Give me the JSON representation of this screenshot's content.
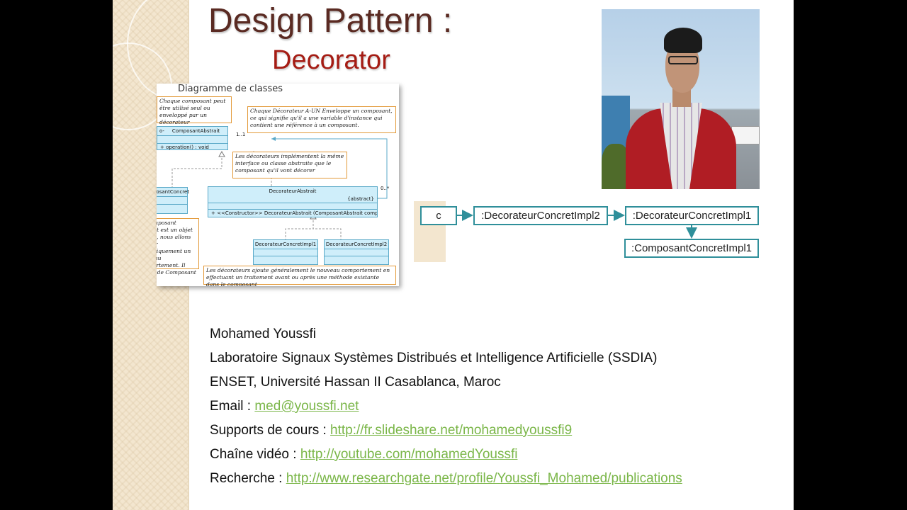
{
  "slide": {
    "title": "Design Pattern :",
    "subtitle": "Decorator"
  },
  "uml": {
    "header": "Diagramme de classes",
    "notes": {
      "composant": "Chaque composant peut être utilisé seul ou enveloppé par un décorateur",
      "decorateur_a_un": "Chaque Décorateur A-UN Enveloppe un composant, ce qui signifie qu'il a une variable d'instance qui contient une référence à un composant.",
      "interface": "Les décorateurs implémentent la même interface ou classe abstraite que le composant qu'il vont décorer",
      "concret": "Le composant concret est un objet auquel, nous allons ajouter dynamiquement un nouveau comportement. Il dérive de Composant",
      "comportement": "Les décorateurs ajoute généralement le nouveau comportement en effectuant un traitement avant ou après une méthode existante dans le composant"
    },
    "classes": {
      "composant_abstrait": {
        "name": "ComposantAbstrait",
        "marker": "o-",
        "op": "+   operation()   : void"
      },
      "composant_concret": {
        "name": "ComposantConcret"
      },
      "decorateur_abstrait": {
        "name": "DecorateurAbstrait",
        "stereo": "{abstract}",
        "op": "+   <<Constructor>>  DecorateurAbstrait (ComposantAbstrait composant)"
      },
      "impl1": {
        "name": "DecorateurConcretImpl1"
      },
      "impl2": {
        "name": "DecorateurConcretImpl2"
      }
    },
    "multiplicity": {
      "one": "1..1",
      "many": "0..*"
    }
  },
  "sequence": {
    "c": "c",
    "impl2": ":DecorateurConcretImpl2",
    "impl1": ":DecorateurConcretImpl1",
    "composant": ":ComposantConcretImpl1"
  },
  "info": {
    "name": "Mohamed Youssfi",
    "lab": "Laboratoire Signaux Systèmes Distribués et Intelligence Artificielle (SSDIA)",
    "school": "ENSET, Université Hassan II Casablanca, Maroc",
    "email_label": "Email : ",
    "email": "med@youssfi.net",
    "supports_label": "Supports de cours : ",
    "supports": "http://fr.slideshare.net/mohamedyoussfi9",
    "video_label": "Chaîne vidéo : ",
    "video": "http://youtube.com/mohamedYoussfi",
    "recherche_label": "Recherche : ",
    "recherche": "http://www.researchgate.net/profile/Youssfi_Mohamed/publications"
  },
  "colors": {
    "title": "#5a2a22",
    "subtitle": "#a51c14",
    "link": "#7ab648",
    "box_border": "#2f8f9a",
    "band": "#f3e6cf"
  }
}
